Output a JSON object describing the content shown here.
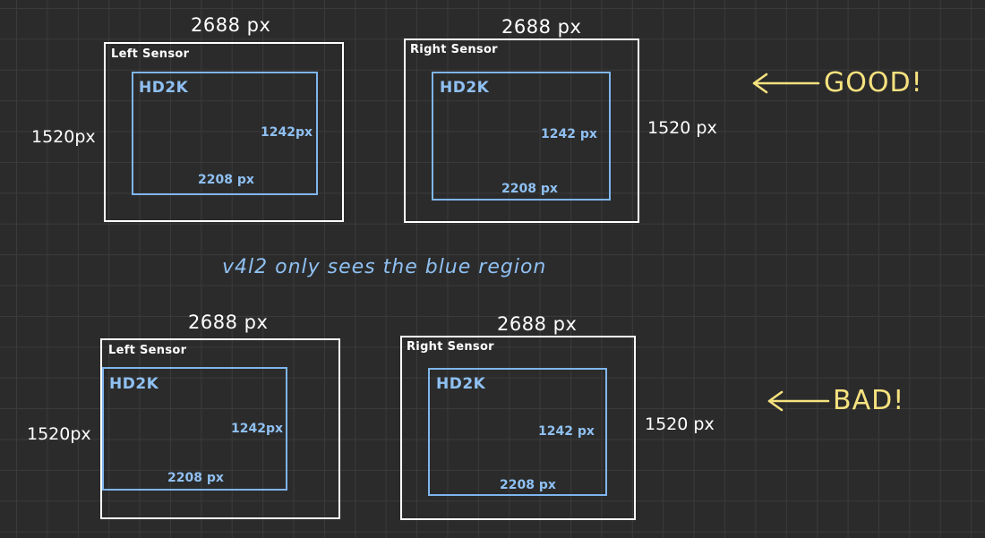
{
  "top": {
    "left_sensor": {
      "width_label": "2688 px",
      "height_label": "1520px",
      "title": "Left Sensor",
      "roi": {
        "title": "HD2K",
        "height_label": "1242px",
        "width_label": "2208 px"
      }
    },
    "right_sensor": {
      "width_label": "2688 px",
      "height_label": "1520 px",
      "title": "Right Sensor",
      "roi": {
        "title": "HD2K",
        "height_label": "1242 px",
        "width_label": "2208 px"
      }
    },
    "verdict": "GOOD!"
  },
  "note": "v4l2 only sees the blue region",
  "bottom": {
    "left_sensor": {
      "width_label": "2688 px",
      "height_label": "1520px",
      "title": "Left Sensor",
      "roi": {
        "title": "HD2K",
        "height_label": "1242px",
        "width_label": "2208 px"
      }
    },
    "right_sensor": {
      "width_label": "2688 px",
      "height_label": "1520 px",
      "title": "Right Sensor",
      "roi": {
        "title": "HD2K",
        "height_label": "1242 px",
        "width_label": "2208 px"
      }
    },
    "verdict": "BAD!"
  },
  "colors": {
    "sensor": "#ffffff",
    "roi": "#7fb6ee",
    "verdict": "#f6e27f",
    "background": "#2b2b2b"
  }
}
